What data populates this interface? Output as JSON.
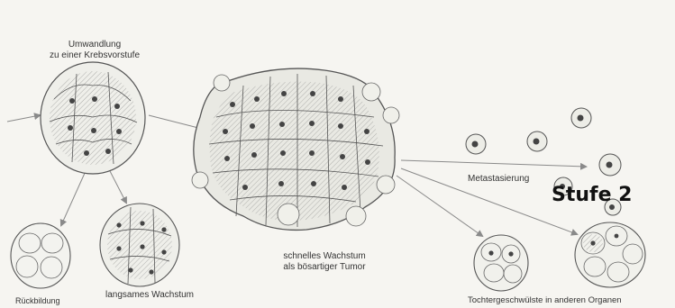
{
  "labels": {
    "transformation_line1": "Umwandlung",
    "transformation_line2": "zu einer Krebsvorstufe",
    "regression": "Rückbildung",
    "slow_growth": "langsames Wachstum",
    "fast_growth_line1": "schnelles Wachstum",
    "fast_growth_line2": "als bösartiger Tumor",
    "metastasis": "Metastasierung",
    "secondary_tumors": "Tochtergeschwülste in anderen Organen",
    "stage": "Stufe 2"
  },
  "colors": {
    "background": "#f6f5f1",
    "ink": "#333333",
    "arrow": "#8a8a8a"
  }
}
